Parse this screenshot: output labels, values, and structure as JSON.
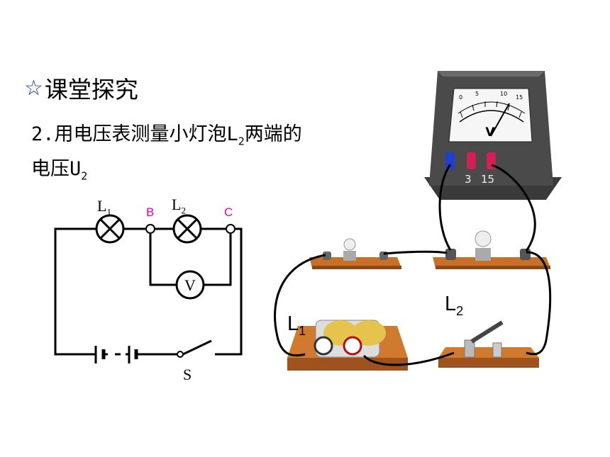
{
  "header": {
    "star": "☆",
    "title": "课堂探究"
  },
  "question": {
    "line1_prefix": "2.用电压表测量小灯泡L",
    "line1_sub": "2",
    "line1_suffix": "两端的",
    "line2_prefix": "电压U",
    "line2_sub": "2"
  },
  "schematic": {
    "lamp1_main": "L",
    "lamp1_sub": "1",
    "lamp2_main": "L",
    "lamp2_sub": "2",
    "point_b": "B",
    "point_c": "C",
    "voltmeter": "V",
    "switch": "S"
  },
  "realistic": {
    "label_l1_main": "L",
    "label_l1_sub": "1",
    "label_l2_main": "L",
    "label_l2_sub": "2",
    "meter_symbol": "V",
    "meter_terminal_3": "3",
    "meter_terminal_15": "15",
    "scale_ticks": [
      "0",
      "5",
      "10",
      "15"
    ]
  },
  "colors": {
    "accent_point": "#e000c8",
    "star": "#1a3b9c",
    "board": "#c8702a"
  }
}
